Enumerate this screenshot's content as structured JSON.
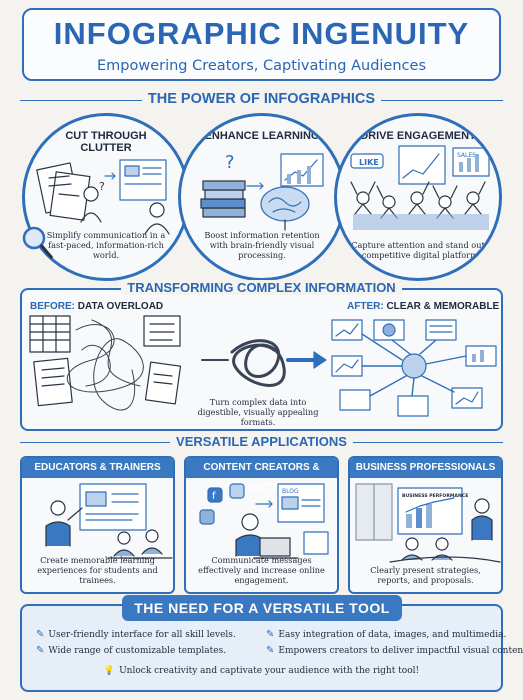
{
  "header": {
    "title": "INFOGRAPHIC INGENUITY",
    "subtitle": "Empowering Creators, Captivating Audiences"
  },
  "power": {
    "title": "THE POWER OF INFOGRAPHICS",
    "circles": [
      {
        "title_line1": "CUT THROUGH",
        "title_line2": "CLUTTER",
        "desc": "Simplify communication in a fast-paced, information-rich world."
      },
      {
        "title_line1": "ENHANCE LEARNING",
        "title_line2": "",
        "desc": "Boost information retention with brain-friendly visual processing."
      },
      {
        "title_line1": "DRIVE ENGAGEMENT",
        "title_line2": "",
        "desc": "Capture attention and stand out in competitive digital platforms."
      }
    ],
    "like_label": "LIKE",
    "sales_label": "SALES"
  },
  "transform": {
    "title": "TRANSFORMING COMPLEX INFORMATION",
    "before_prefix": "BEFORE:",
    "before_label": "DATA OVERLOAD",
    "after_prefix": "AFTER:",
    "after_label": "CLEAR & MEMORABLE",
    "desc": "Turn complex data into digestible, visually appealing formats."
  },
  "versatile": {
    "title": "VERSATILE APPLICATIONS",
    "apps": [
      {
        "title": "EDUCATORS & TRAINERS",
        "desc": "Create memorable learning experiences for students and trainees."
      },
      {
        "title": "CONTENT CREATORS & MARKETERS",
        "desc": "Communicate messages effectively and increase online engagement."
      },
      {
        "title": "BUSINESS PROFESSIONALS",
        "desc": "Clearly present strategies, reports, and proposals."
      }
    ],
    "blog_label": "BLOG",
    "board_label": "BUSINESS PERFORMANCE"
  },
  "need": {
    "title": "THE NEED FOR A VERSATILE TOOL",
    "features": [
      "User-friendly interface for all skill levels.",
      "Easy integration of data, images, and multimedia.",
      "Wide range of customizable templates.",
      "Empowers creators to deliver impactful visual content."
    ],
    "tagline": "Unlock creativity and captivate your audience with the right tool!"
  },
  "colors": {
    "accent": "#2f6fba",
    "banner": "#3a78c2",
    "background": "#f4f3ef"
  }
}
